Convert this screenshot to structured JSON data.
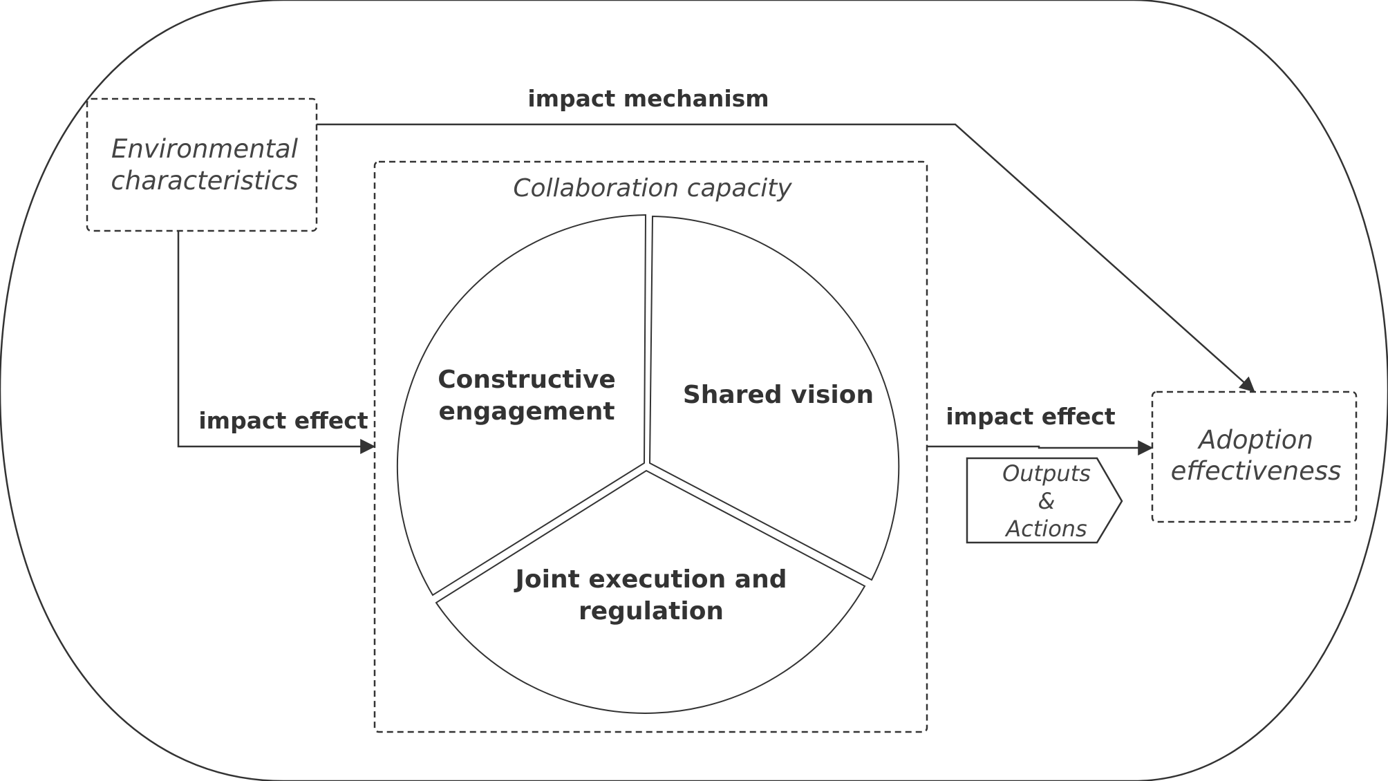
{
  "nodes": {
    "environmental": {
      "line1": "Environmental",
      "line2": "characteristics"
    },
    "collaboration": {
      "title": "Collaboration capacity"
    },
    "adoption": {
      "line1": "Adoption",
      "line2": "effectiveness"
    },
    "outputs": {
      "line1": "Outputs",
      "line2": "&",
      "line3": "Actions"
    }
  },
  "segments": {
    "constructive": {
      "line1": "Constructive",
      "line2": "engagement"
    },
    "shared": {
      "line1": "Shared vision"
    },
    "joint": {
      "line1": "Joint execution and",
      "line2": "regulation"
    }
  },
  "edges": {
    "mechanism": "impact mechanism",
    "effect_left": "impact effect",
    "effect_right": "impact effect"
  },
  "colors": {
    "stroke": "#333333",
    "text": "#444444",
    "background": "#ffffff"
  }
}
